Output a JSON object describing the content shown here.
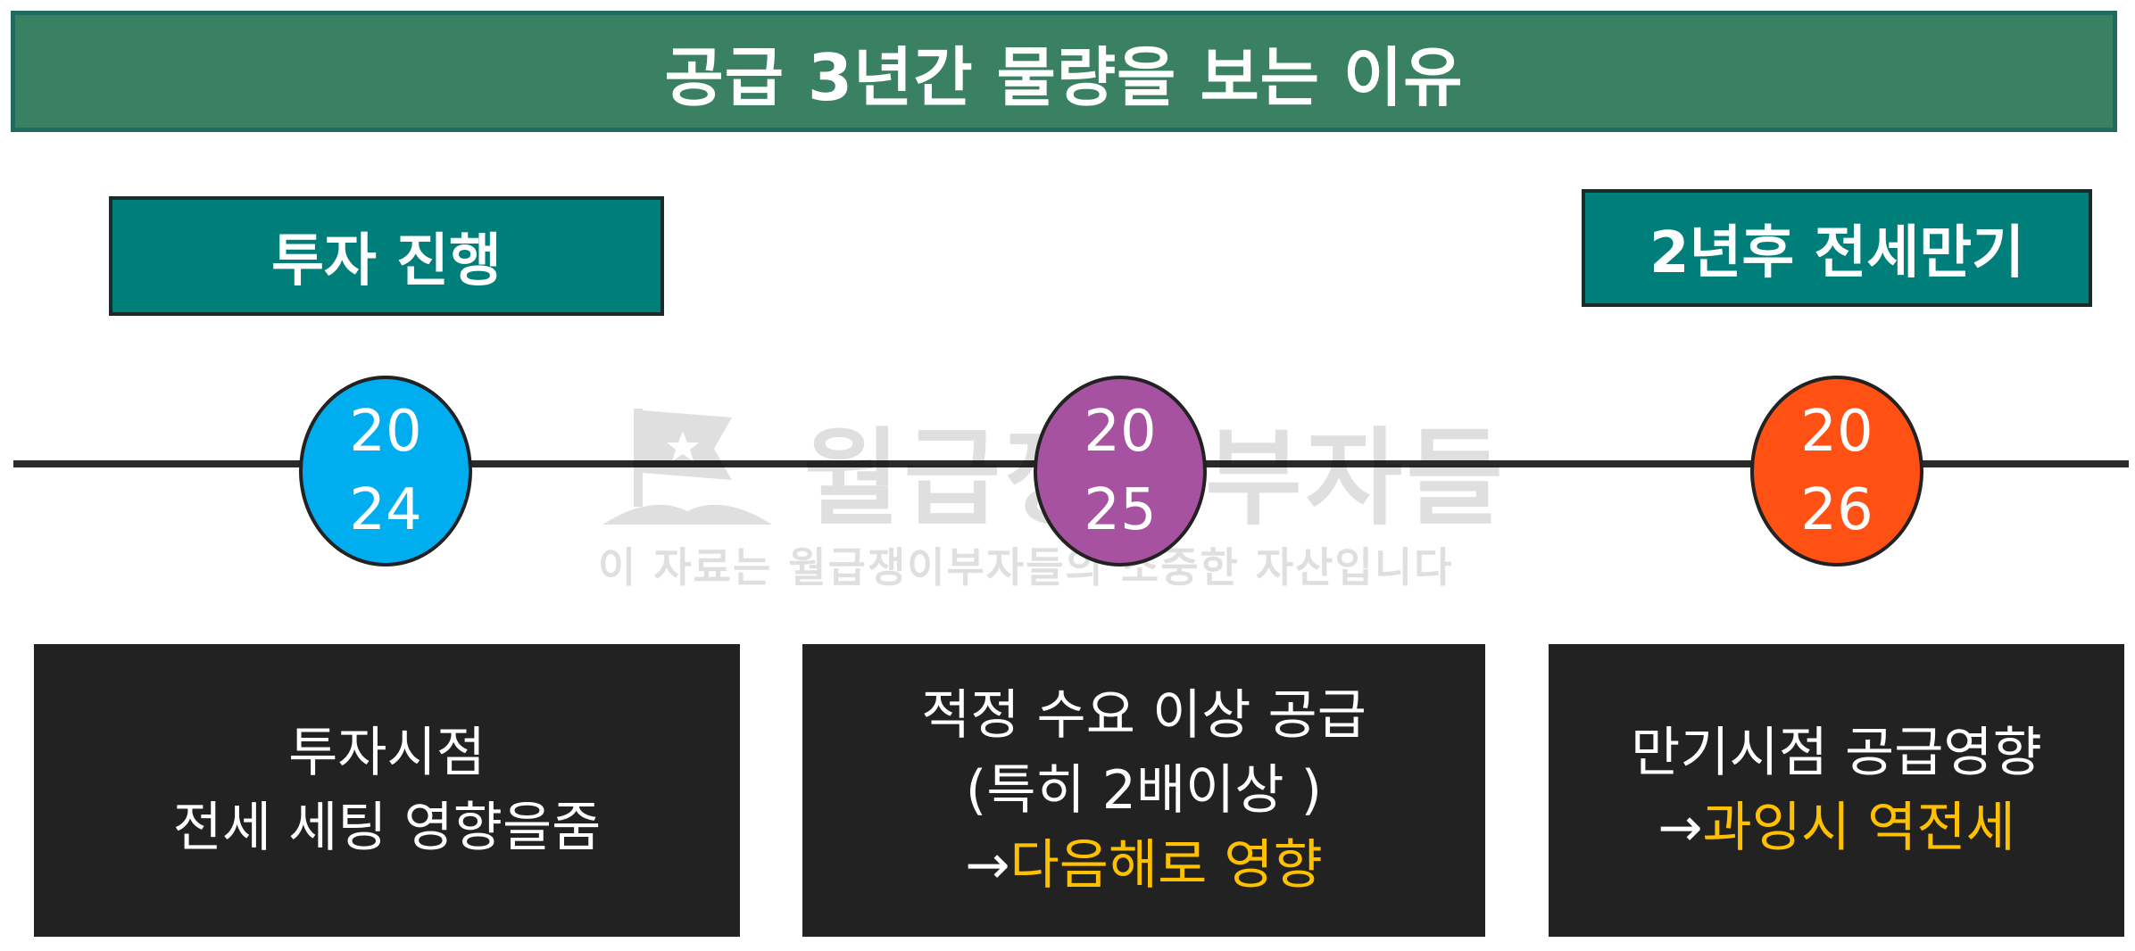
{
  "title": "공급 3년간 물량을 보는 이유",
  "tags": {
    "left": "투자 진행",
    "right": "2년후 전세만기"
  },
  "years": [
    {
      "top": "20",
      "bottom": "24"
    },
    {
      "top": "20",
      "bottom": "25"
    },
    {
      "top": "20",
      "bottom": "26"
    }
  ],
  "watermark": {
    "main": "월급쟁이부자들",
    "sub": "이 자료는 월급쟁이부자들의 소중한 자산입니다"
  },
  "boxes": [
    {
      "line1": "투자시점",
      "line2": "전세 세팅 영향을줌"
    },
    {
      "line1": "적정 수요 이상 공급",
      "line2": "(특히 2배이상 )",
      "arrow": "→",
      "highlight": "다음해로 영향"
    },
    {
      "line1": "만기시점 공급영향",
      "arrow": "→",
      "highlight": "과잉시 역전세"
    }
  ],
  "colors": {
    "title_bg": "#3a8063",
    "tag_bg": "#007f7a",
    "circle_2024": "#00aeef",
    "circle_2025": "#a652a0",
    "circle_2026": "#ff5113",
    "box_bg": "#222222",
    "highlight": "#ffc000"
  }
}
